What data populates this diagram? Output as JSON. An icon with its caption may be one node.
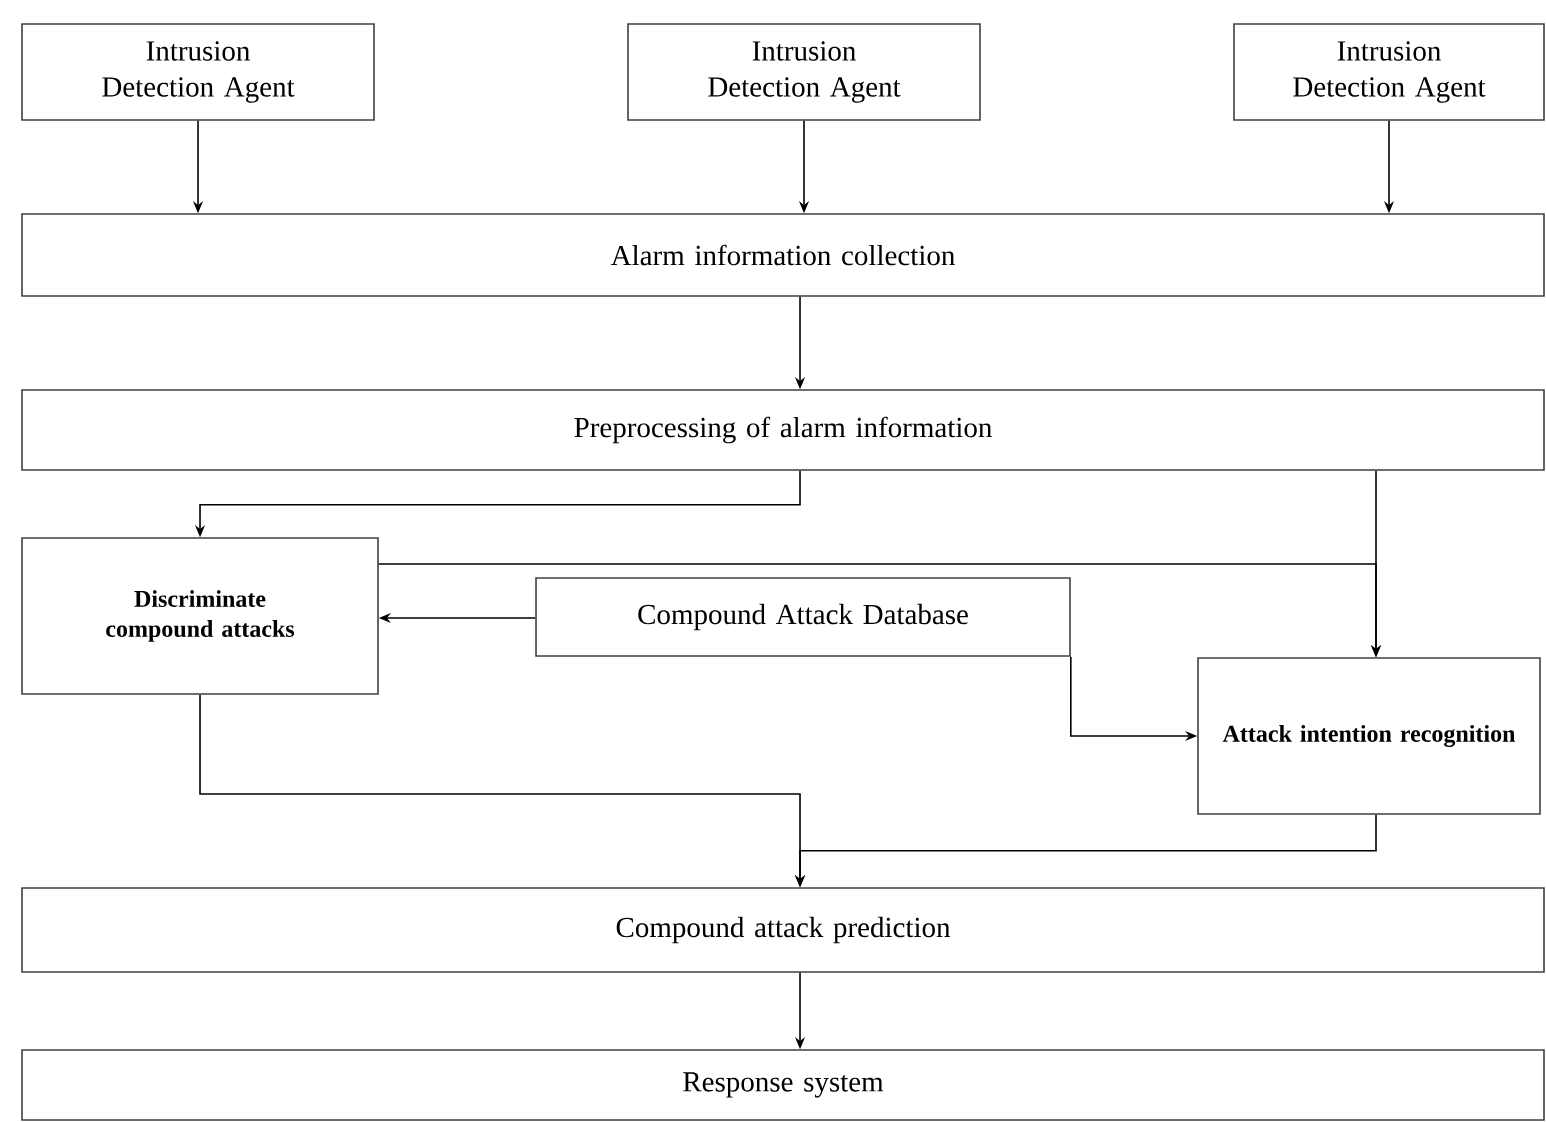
{
  "diagram": {
    "nodes": [
      {
        "text": [
          "Intrusion Detection Agent"
        ]
      },
      {
        "text": [
          "Intrusion Detection Agent"
        ]
      },
      {
        "text": [
          "Intrusion Detection Agent"
        ]
      },
      {
        "text": [
          "Alarm information collection"
        ]
      },
      {
        "text": [
          "Preprocessing of alarm information"
        ]
      },
      {
        "text": [
          "Discriminate compound attacks"
        ]
      },
      {
        "text": [
          "Compound Attack Database"
        ]
      },
      {
        "text": [
          "Attack intention recognition"
        ]
      },
      {
        "text": [
          "Compound attack prediction"
        ]
      },
      {
        "text": [
          "Response system"
        ]
      }
    ],
    "edges": [
      {
        "from": 0,
        "to": 3,
        "arrow": "to"
      },
      {
        "from": 1,
        "to": 3,
        "arrow": "to"
      },
      {
        "from": 2,
        "to": 3,
        "arrow": "to"
      },
      {
        "from": 3,
        "to": 4,
        "arrow": "to"
      },
      {
        "from": 4,
        "to": 5,
        "arrow": "to"
      },
      {
        "from": 4,
        "to": 7,
        "arrow": "to"
      },
      {
        "from": 5,
        "to": 7,
        "arrow": "to"
      },
      {
        "from": 6,
        "to": 5,
        "arrow": "to"
      },
      {
        "from": 6,
        "to": 7,
        "arrow": "to"
      },
      {
        "from": 5,
        "to": 8,
        "arrow": "to"
      },
      {
        "from": 7,
        "to": 8,
        "arrow": "to"
      },
      {
        "from": 8,
        "to": 9,
        "arrow": "to"
      }
    ]
  }
}
